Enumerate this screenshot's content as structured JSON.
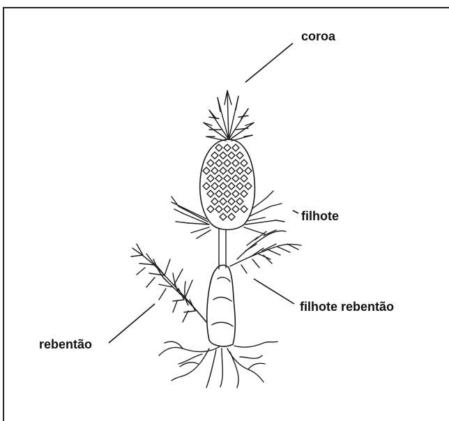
{
  "diagram": {
    "labels": {
      "coroa": "coroa",
      "filhote": "filhote",
      "filhote_rebentao": "filhote rebentão",
      "rebentao": "rebentão"
    }
  }
}
